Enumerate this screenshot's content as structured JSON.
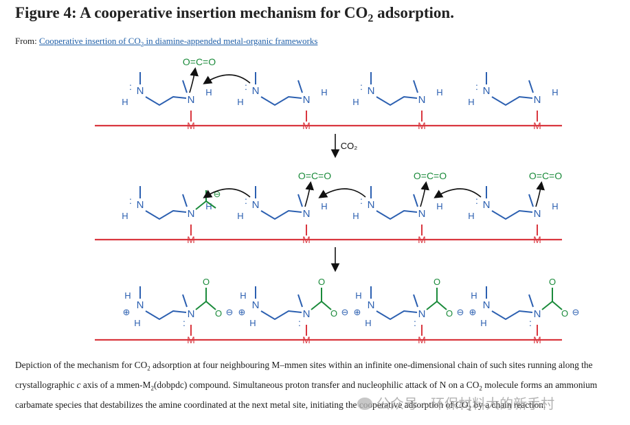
{
  "figure": {
    "title_prefix": "Figure 4: A cooperative insertion mechanism for CO",
    "title_sub": "2",
    "title_suffix": " adsorption.",
    "from_label": "From: ",
    "link_prefix": "Cooperative insertion of CO",
    "link_sub": "2",
    "link_suffix": " in diamine-appended metal-organic frameworks"
  },
  "scheme": {
    "metal_label": "M",
    "n_label": "N",
    "h_label": "H",
    "o_label": "O",
    "c_label": "C",
    "lone_pair": ":",
    "co2_text": "O=C=O",
    "step1_label": "CO₂",
    "minus": "⊖",
    "plus": "⊕",
    "colors": {
      "chain": "#d9363e",
      "molecule": "#2b5fb0",
      "co2": "#1a8a3a",
      "arrow": "#111111"
    }
  },
  "caption": {
    "p1": "Depiction of the mechanism for CO",
    "s1": "2",
    "p2": " adsorption at four neighbouring M–mmen sites within an infinite one-dimensional chain of such sites running along the crystallographic ",
    "italic_c": "c",
    "p3": " axis of a mmen-M",
    "s2": "2",
    "p4": "(dobpdc) compound. Simultaneous proton transfer and nucleophilic attack of N on a CO",
    "s3": "2",
    "p5": " molecule forms an ammonium carbamate species that destabilizes the amine coordinated at the next metal site, initiating the cooperative adsorption of CO",
    "s4": "2",
    "p6": " by a chain reaction."
  },
  "watermark": {
    "text": "公众号 · 环保材料大的新手村"
  }
}
